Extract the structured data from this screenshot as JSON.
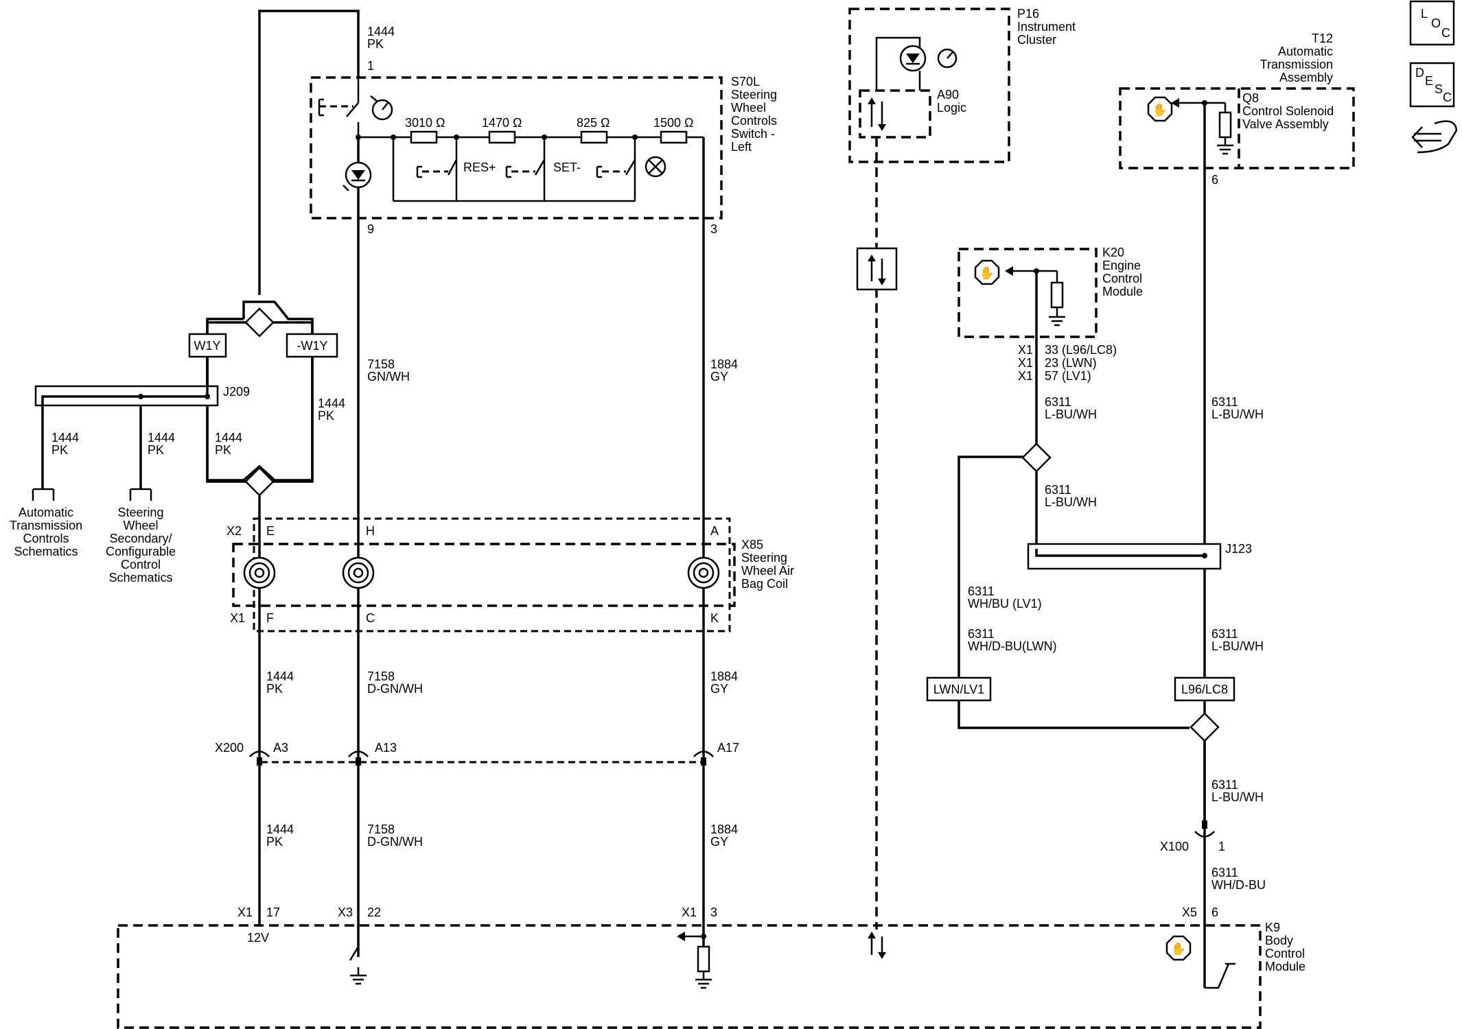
{
  "components": {
    "s70l": {
      "ref": "S70L",
      "lines": [
        "Steering",
        "Wheel",
        "Controls",
        "Switch -",
        "Left"
      ]
    },
    "p16": {
      "ref": "P16",
      "lines": [
        "Instrument",
        "Cluster"
      ]
    },
    "a90": {
      "ref": "A90",
      "lines": [
        "Logic"
      ]
    },
    "t12": {
      "ref": "T12",
      "lines": [
        "Automatic",
        "Transmission",
        "Assembly"
      ]
    },
    "q8": {
      "ref": "Q8",
      "lines": [
        "Control Solenoid",
        "Valve Assembly"
      ]
    },
    "k20": {
      "ref": "K20",
      "lines": [
        "Engine",
        "Control",
        "Module"
      ]
    },
    "x85": {
      "ref": "X85",
      "lines": [
        "Steering",
        "Wheel Air",
        "Bag Coil"
      ]
    },
    "k9": {
      "ref": "K9",
      "lines": [
        "Body",
        "Control",
        "Module"
      ]
    }
  },
  "resistors": [
    "3010 Ω",
    "1470 Ω",
    "825 Ω",
    "1500 Ω"
  ],
  "switch_labels": {
    "res": "RES+",
    "set": "SET-"
  },
  "wires": {
    "c1444": "1444",
    "pk": "PK",
    "c7158": "7158",
    "gnwh": "GN/WH",
    "dgnwh": "D-GN/WH",
    "c1884": "1884",
    "gy": "GY",
    "c6311": "6311",
    "lbuwh": "L-BU/WH",
    "whdbu": "WH/D-BU",
    "whbu_lv1": "WH/BU (LV1)",
    "whdbu_lwn": "WH/D-BU(LWN)"
  },
  "pins": {
    "s70l_1": "1",
    "s70l_9": "9",
    "s70l_3": "3",
    "q8_6": "6",
    "k20_x1": "X1",
    "k20_33": "33 (L96/LC8)",
    "k20_23": "23 (LWN)",
    "k20_57": "57 (LV1)",
    "x2": "X2",
    "x2_e": "E",
    "x2_h": "H",
    "x2_a": "A",
    "x1c": "X1",
    "x1_f": "F",
    "x1_c": "C",
    "x1_k": "K",
    "x200": "X200",
    "a3": "A3",
    "a13": "A13",
    "a17": "A17",
    "x100": "X100",
    "x100_1": "1",
    "k9_x1a": "X1",
    "k9_17": "17",
    "k9_x3": "X3",
    "k9_22": "22",
    "k9_x1b": "X1",
    "k9_3": "3",
    "k9_x5": "X5",
    "k9_6": "6",
    "v12": "12V"
  },
  "options": {
    "w1y": "W1Y",
    "nw1y": "-W1Y",
    "lwnlv1": "LWN/LV1",
    "l96lc8": "L96/LC8"
  },
  "splices": {
    "j209": "J209",
    "j123": "J123"
  },
  "references": {
    "atc": [
      "Automatic",
      "Transmission",
      "Controls",
      "Schematics"
    ],
    "swc": [
      "Steering",
      "Wheel",
      "Secondary/",
      "Configurable",
      "Control",
      "Schematics"
    ]
  },
  "side_icons": {
    "loc": [
      "L",
      "O",
      "C"
    ],
    "desc": [
      "D",
      "E",
      "S",
      "C"
    ],
    "tool": "wrench-connector-icon"
  }
}
